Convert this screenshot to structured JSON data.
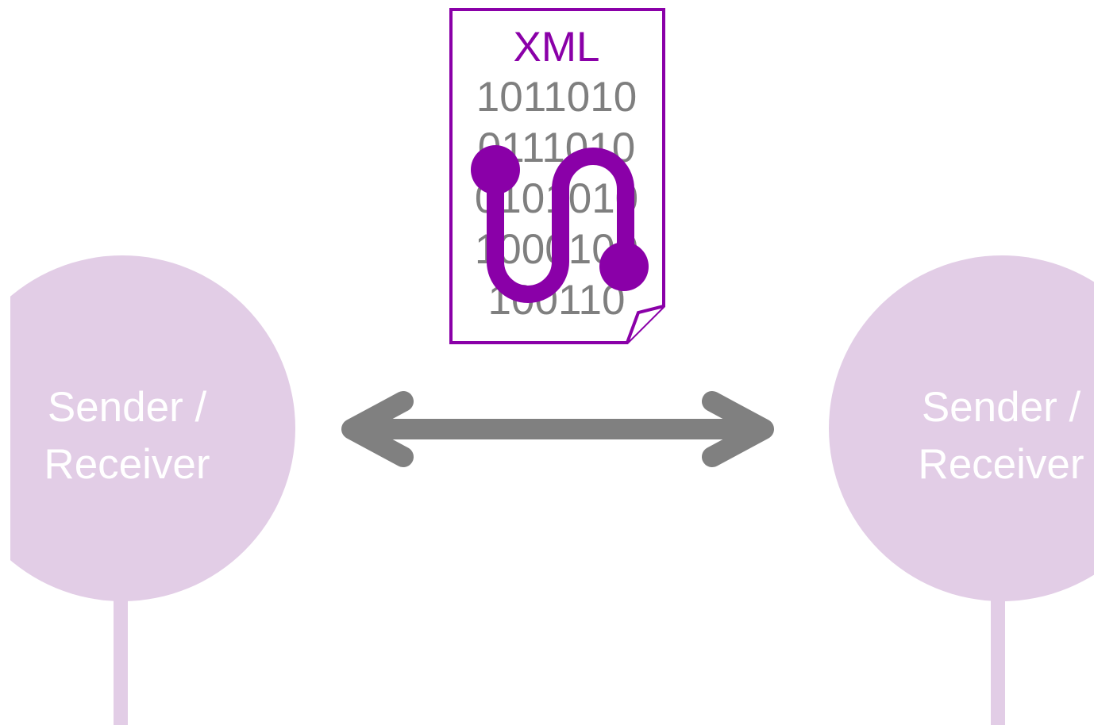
{
  "colors": {
    "node_fill": "#e2cde6",
    "accent": "#8a00a8",
    "text_gray": "#7f7f7f",
    "arrow": "#808080",
    "background": "#ffffff"
  },
  "nodes": [
    {
      "label_line1": "Sender /",
      "label_line2": "Receiver"
    },
    {
      "label_line1": "Sender /",
      "label_line2": "Receiver"
    }
  ],
  "document": {
    "title": "XML",
    "lines": [
      "1011010",
      "0111010",
      "0101010",
      "1000100",
      "100110"
    ],
    "icon": "route-icon"
  },
  "connector": {
    "icon": "double-arrow-icon"
  }
}
